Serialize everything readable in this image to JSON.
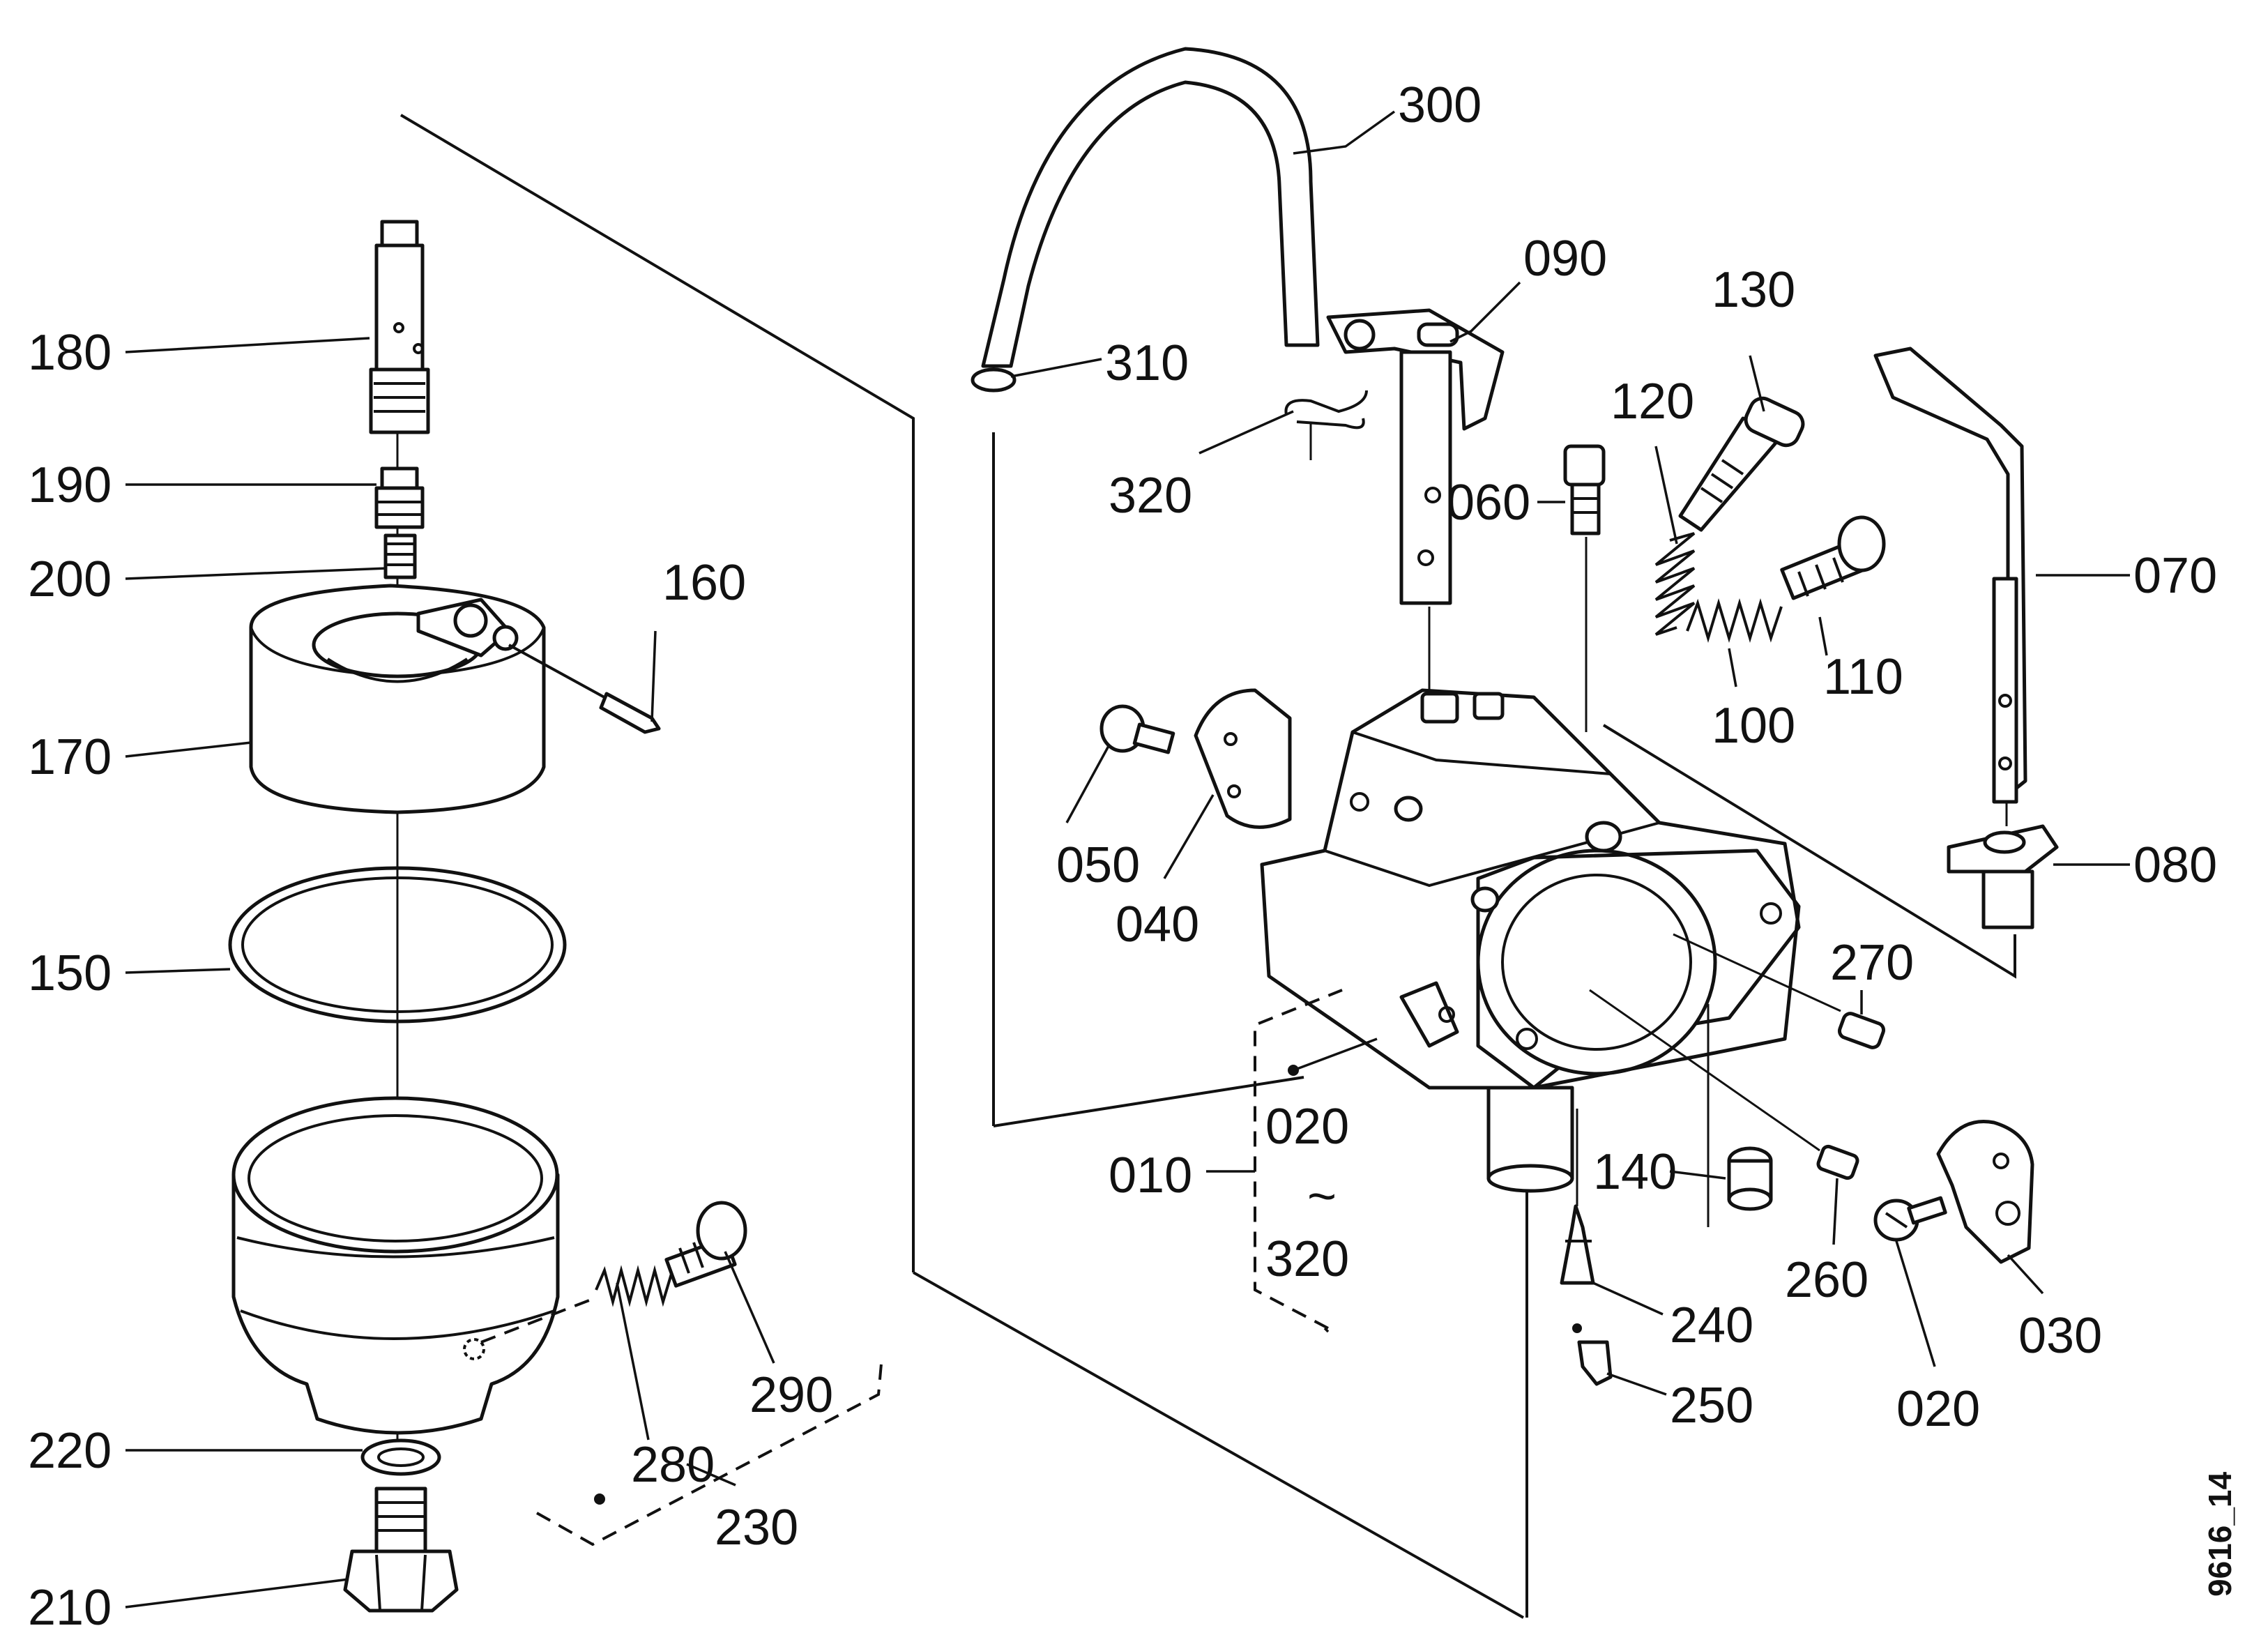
{
  "diagram": {
    "reference_code": "9616_14",
    "callouts": [
      {
        "id": "c180",
        "text": "180"
      },
      {
        "id": "c190",
        "text": "190"
      },
      {
        "id": "c200",
        "text": "200"
      },
      {
        "id": "c170",
        "text": "170"
      },
      {
        "id": "c160",
        "text": "160"
      },
      {
        "id": "c150",
        "text": "150"
      },
      {
        "id": "c220",
        "text": "220"
      },
      {
        "id": "c210",
        "text": "210"
      },
      {
        "id": "c280",
        "text": "280"
      },
      {
        "id": "c290",
        "text": "290"
      },
      {
        "id": "c230",
        "text": "230"
      },
      {
        "id": "c300",
        "text": "300"
      },
      {
        "id": "c310",
        "text": "310"
      },
      {
        "id": "c320a",
        "text": "320"
      },
      {
        "id": "c090",
        "text": "090"
      },
      {
        "id": "c060",
        "text": "060"
      },
      {
        "id": "c120",
        "text": "120"
      },
      {
        "id": "c130",
        "text": "130"
      },
      {
        "id": "c110",
        "text": "110"
      },
      {
        "id": "c100",
        "text": "100"
      },
      {
        "id": "c070",
        "text": "070"
      },
      {
        "id": "c050",
        "text": "050"
      },
      {
        "id": "c040",
        "text": "040"
      },
      {
        "id": "c080",
        "text": "080"
      },
      {
        "id": "c270",
        "text": "270"
      },
      {
        "id": "c010",
        "text": "010"
      },
      {
        "id": "c020a",
        "text": "020"
      },
      {
        "id": "c_tilde",
        "text": "~"
      },
      {
        "id": "c320b",
        "text": "320"
      },
      {
        "id": "c140",
        "text": "140"
      },
      {
        "id": "c260",
        "text": "260"
      },
      {
        "id": "c240",
        "text": "240"
      },
      {
        "id": "c250",
        "text": "250"
      },
      {
        "id": "c020b",
        "text": "020"
      },
      {
        "id": "c030",
        "text": "030"
      }
    ]
  }
}
